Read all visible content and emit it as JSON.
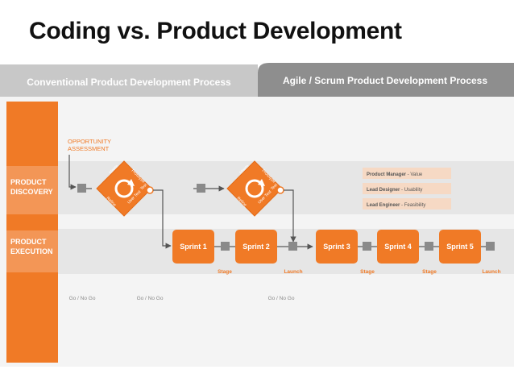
{
  "title": "Coding vs. Product Development",
  "colors": {
    "orange": "#f07a26",
    "tab_inactive": "#c7c7c7",
    "tab_active": "#8e8e8e",
    "band": "#e6e6e6",
    "panel": "#f4f4f4",
    "node": "#8a8a8a",
    "label_gray": "#8a8a8a"
  },
  "tabs": {
    "conventional": "Conventional Product Development Process",
    "agile": "Agile / Scrum Product Development Process"
  },
  "lanes": {
    "discovery": [
      "PRODUCT",
      "DISCOVERY"
    ],
    "execution": [
      "PRODUCT",
      "EXECUTION"
    ]
  },
  "opportunity": [
    "OPPORTUNITY",
    "ASSESSMENT"
  ],
  "diamond_labels": [
    "Ideate",
    "Prototype",
    "Test",
    "User Test",
    "Refine"
  ],
  "sprints": [
    "Sprint 1",
    "Sprint 2",
    "Sprint 3",
    "Sprint 4",
    "Sprint 5"
  ],
  "milestones": [
    "Stage",
    "Launch",
    "Stage",
    "Stage",
    "Launch"
  ],
  "gates": [
    "Go / No Go",
    "Go / No Go",
    "Go / No Go"
  ],
  "roles": [
    {
      "role": "Product Manager",
      "focus": "Value"
    },
    {
      "role": "Lead Designer",
      "focus": "Usability"
    },
    {
      "role": "Lead Engineer",
      "focus": "Feasibility"
    }
  ]
}
